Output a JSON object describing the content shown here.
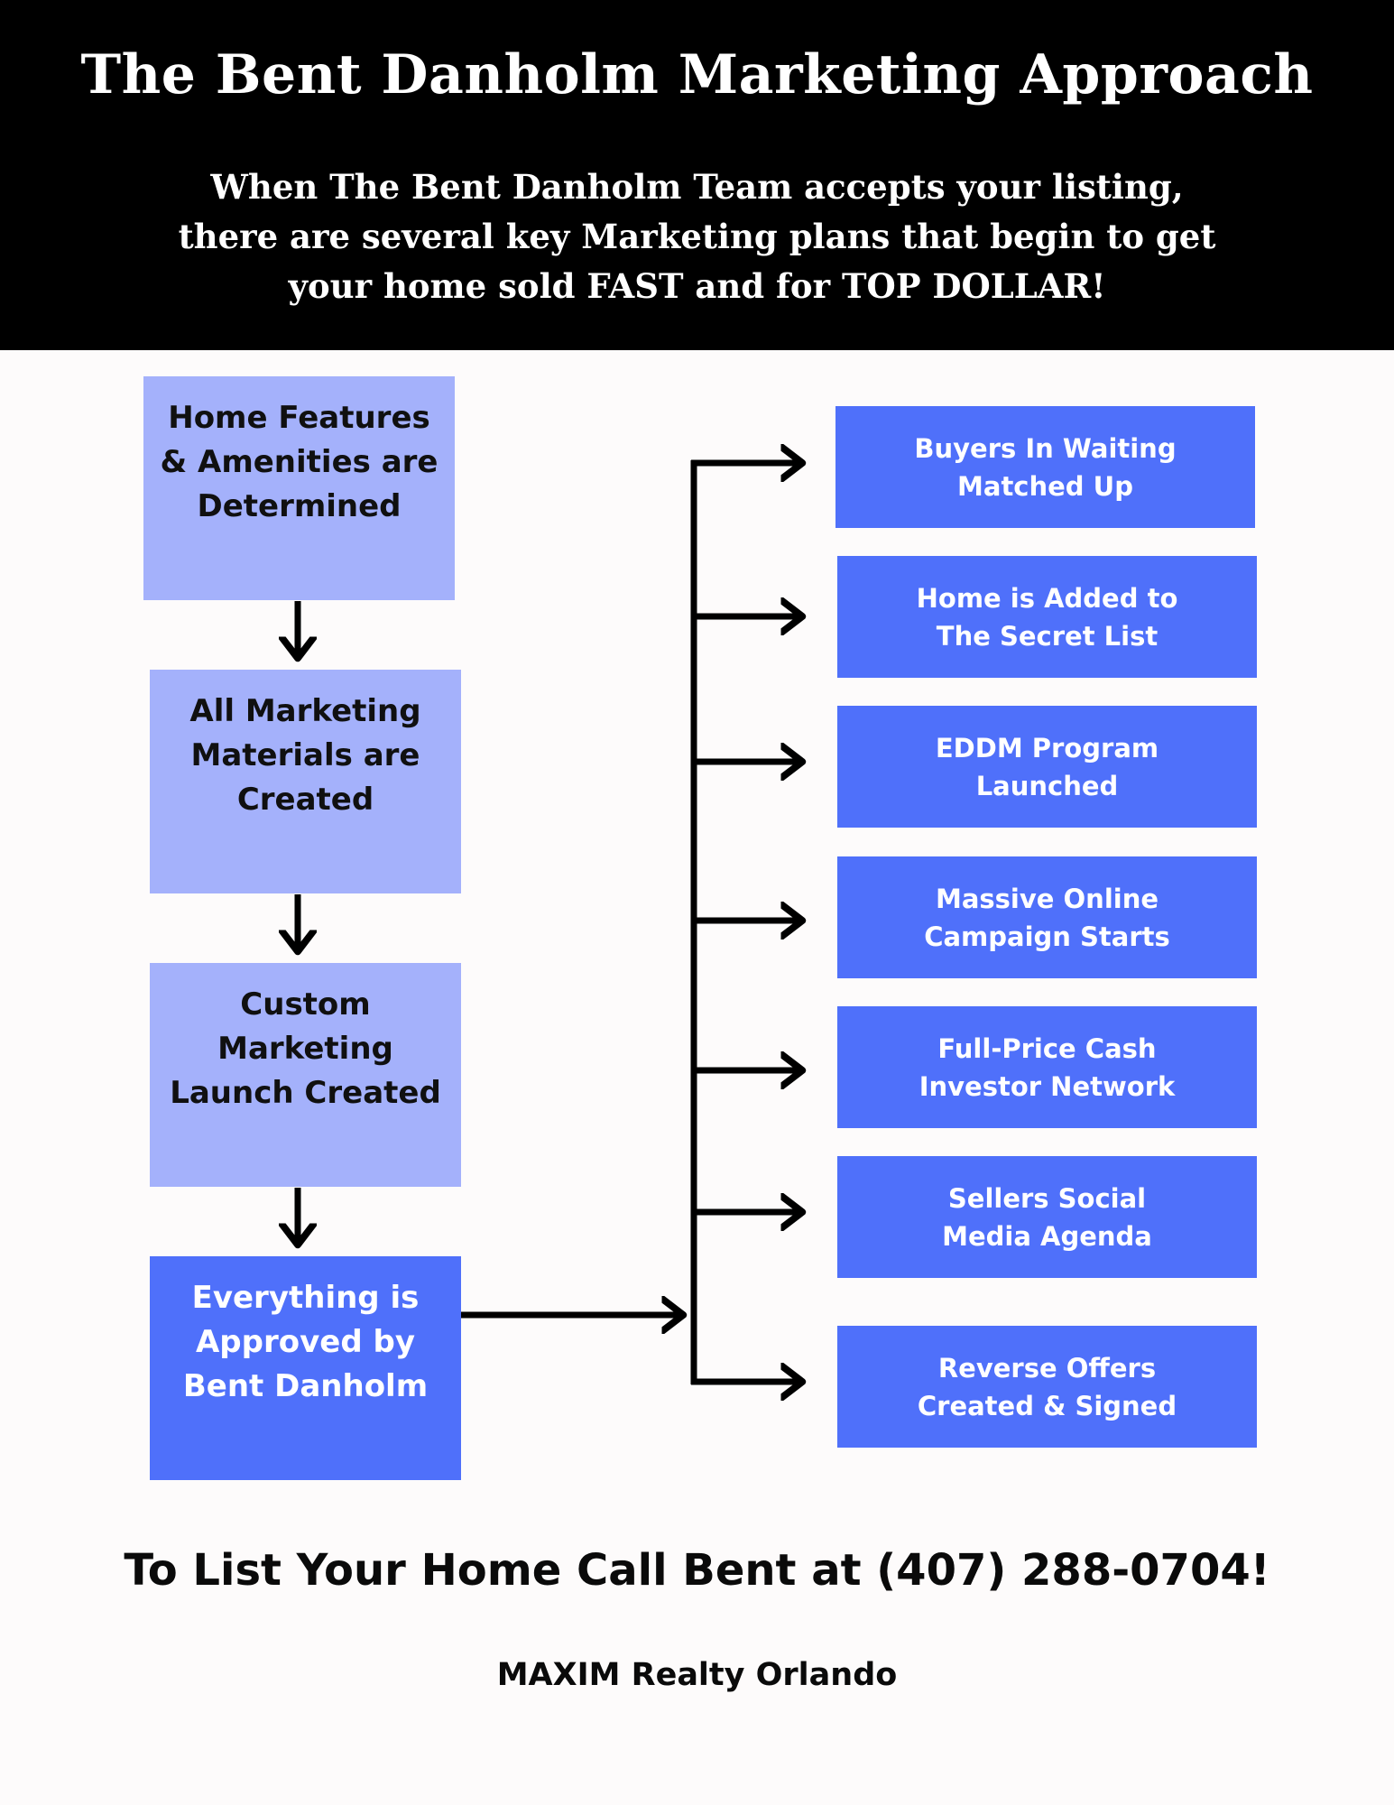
{
  "header": {
    "title": "The Bent Danholm Marketing Approach",
    "subtitle_lines": [
      "When The Bent Danholm Team accepts your listing,",
      "there are several key Marketing plans that begin to get",
      "your home sold FAST and for TOP DOLLAR!"
    ]
  },
  "steps": [
    {
      "lines": [
        "Home Features",
        "& Amenities are",
        "Determined"
      ]
    },
    {
      "lines": [
        "All Marketing",
        "Materials are",
        "Created"
      ]
    },
    {
      "lines": [
        "Custom",
        "Marketing",
        "Launch Created"
      ]
    },
    {
      "lines": [
        "Everything is",
        "Approved by",
        "Bent Danholm"
      ]
    }
  ],
  "outcomes": [
    {
      "lines": [
        "Buyers In Waiting",
        "Matched Up"
      ]
    },
    {
      "lines": [
        "Home is Added to",
        "The Secret List"
      ]
    },
    {
      "lines": [
        "EDDM Program",
        "Launched"
      ]
    },
    {
      "lines": [
        "Massive Online",
        "Campaign Starts"
      ]
    },
    {
      "lines": [
        "Full-Price Cash",
        "Investor Network"
      ]
    },
    {
      "lines": [
        "Sellers Social",
        "Media Agenda"
      ]
    },
    {
      "lines": [
        "Reverse Offers",
        "Created & Signed"
      ]
    }
  ],
  "footer": {
    "cta": "To List Your Home Call Bent at (407) 288-0704!",
    "brand": "MAXIM Realty Orlando"
  },
  "colors": {
    "header_bg": "#000000",
    "step_light": "#a4b1fb",
    "step_dark": "#4f70fa",
    "outcome": "#4f70fa",
    "connector": "#000000"
  }
}
